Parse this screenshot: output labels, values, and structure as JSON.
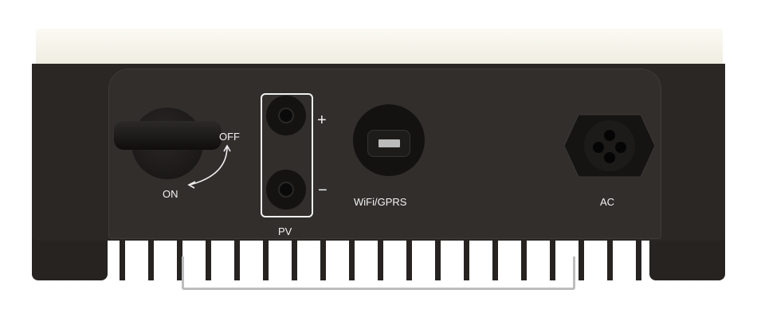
{
  "labels": {
    "switch_off": "OFF",
    "switch_on": "ON",
    "pv_plus": "+",
    "pv_minus": "−",
    "pv": "PV",
    "wifi": "WiFi/GPRS",
    "ac": "AC"
  },
  "colors": {
    "body": "#2a2725",
    "lid": "#f6f4ea",
    "text": "#f2f2f2"
  }
}
